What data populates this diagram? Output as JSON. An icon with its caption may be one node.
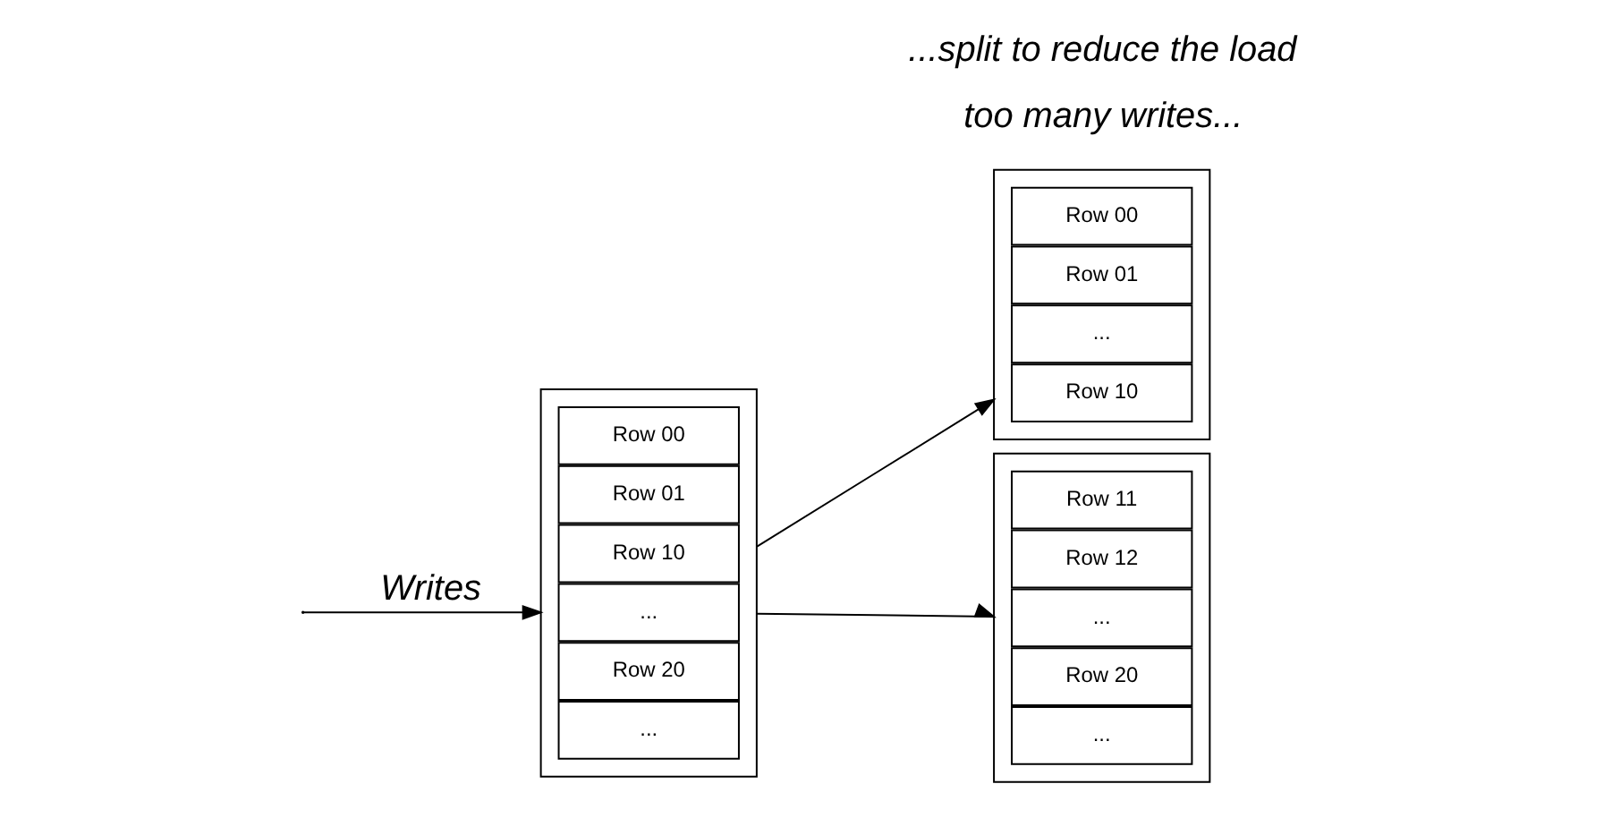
{
  "diagram": {
    "nodes": [
      {
        "text": [],
        "shape": "box"
      },
      {
        "text": [
          "Row 00"
        ],
        "in": 0
      },
      {
        "text": [
          "Row 01"
        ],
        "in": 0
      },
      {
        "text": [
          "Row 10"
        ],
        "in": 0
      },
      {
        "text": [
          "..."
        ],
        "in": 0
      },
      {
        "text": [
          "Row 20"
        ],
        "in": 0
      },
      {
        "text": [
          "..."
        ],
        "in": 0
      },
      {
        "text": [],
        "shape": "box"
      },
      {
        "text": [
          "Row 00"
        ],
        "in": 7
      },
      {
        "text": [
          "Row 01"
        ],
        "in": 7
      },
      {
        "text": [
          "..."
        ],
        "in": 7
      },
      {
        "text": [
          "Row 10"
        ],
        "in": 7
      },
      {
        "text": [],
        "shape": "box"
      },
      {
        "text": [
          "Row 11"
        ],
        "in": 12
      },
      {
        "text": [
          "Row 12"
        ],
        "in": 12
      },
      {
        "text": [
          "..."
        ],
        "in": 12
      },
      {
        "text": [
          "Row 20"
        ],
        "in": 12
      },
      {
        "text": [
          "..."
        ],
        "in": 12
      }
    ],
    "edges": [
      {
        "from": null,
        "to": 0,
        "arrow": "to",
        "label": "Writes"
      },
      {
        "from": 0,
        "to": 7,
        "arrow": "to"
      },
      {
        "from": 0,
        "to": 12,
        "arrow": "to"
      }
    ],
    "labels": [
      "too many writes...",
      "...split to reduce the load"
    ]
  }
}
